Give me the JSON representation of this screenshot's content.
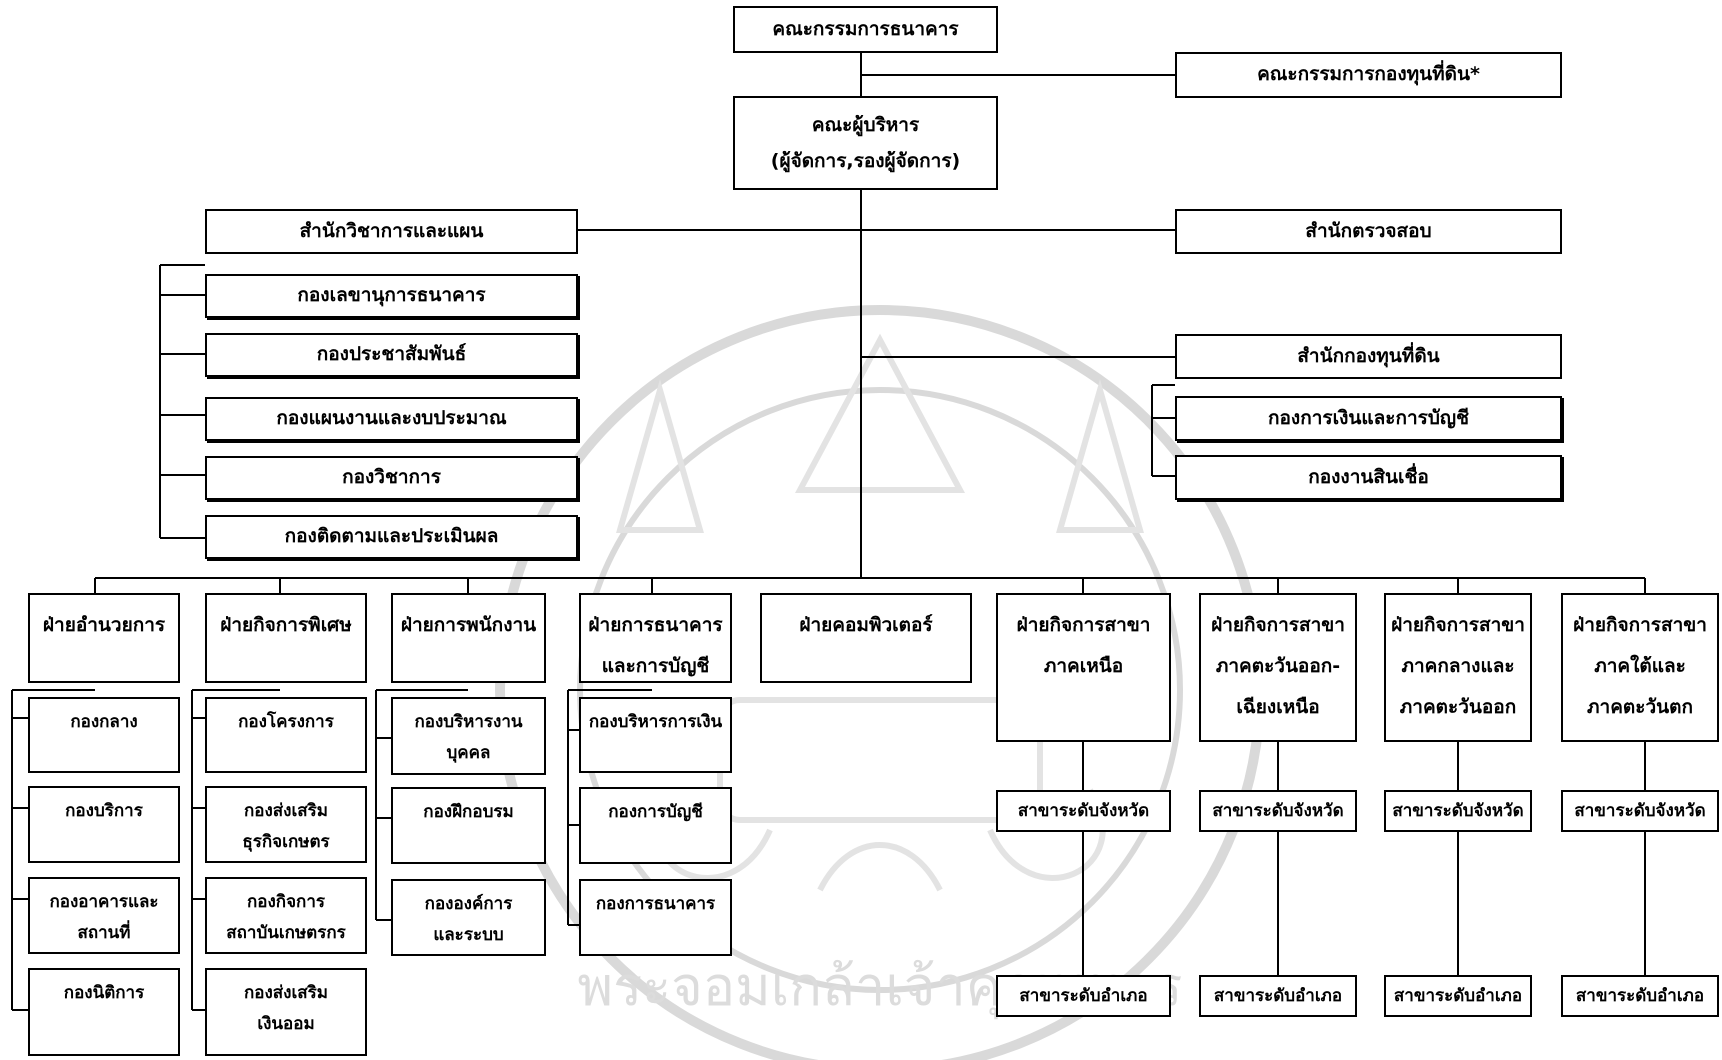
{
  "board": {
    "label": "คณะกรรมการธนาคาร"
  },
  "land_fund_committee": {
    "label": "คณะกรรมการกองทุนที่ดิน*"
  },
  "executives": {
    "title": "คณะผู้บริหาร",
    "subtitle": "(ผู้จัดการ,รองผู้จัดการ)"
  },
  "academic_office": {
    "label": "สำนักวิชาการและแผน",
    "divisions": [
      "กองเลขานุการธนาคาร",
      "กองประชาสัมพันธ์",
      "กองแผนงานและงบประมาณ",
      "กองวิชาการ",
      "กองติดตามและประเมินผล"
    ]
  },
  "audit_office": {
    "label": "สำนักตรวจสอบ"
  },
  "land_fund_office": {
    "label": "สำนักกองทุนที่ดิน",
    "divisions": [
      "กองการเงินและการบัญชี",
      "กองงานสินเชื่อ"
    ]
  },
  "departments": [
    {
      "lines": [
        "ฝ่ายอำนวยการ"
      ],
      "subs": [
        [
          "กองกลาง"
        ],
        [
          "กองบริการ"
        ],
        [
          "กองอาคารและ",
          "สถานที่"
        ],
        [
          "กองนิติการ"
        ]
      ]
    },
    {
      "lines": [
        "ฝ่ายกิจการพิเศษ"
      ],
      "subs": [
        [
          "กองโครงการ"
        ],
        [
          "กองส่งเสริม",
          "ธุรกิจเกษตร"
        ],
        [
          "กองกิจการ",
          "สถาบันเกษตรกร"
        ],
        [
          "กองส่งเสริม",
          "เงินออม"
        ]
      ]
    },
    {
      "lines": [
        "ฝ่ายการพนักงาน"
      ],
      "subs": [
        [
          "กองบริหารงาน",
          "บุคคล"
        ],
        [
          "กองฝึกอบรม"
        ],
        [
          "กององค์การ",
          "และระบบ"
        ]
      ]
    },
    {
      "lines": [
        "ฝ่ายการธนาคาร",
        "และการบัญชี"
      ],
      "subs": [
        [
          "กองบริหารการเงิน"
        ],
        [
          "กองการบัญชี"
        ],
        [
          "กองการธนาคาร"
        ]
      ]
    },
    {
      "lines": [
        "ฝ่ายคอมพิวเตอร์"
      ],
      "subs": []
    },
    {
      "lines": [
        "ฝ่ายกิจการสาขา",
        "ภาคเหนือ"
      ],
      "subs": [
        [
          "สาขาระดับจังหวัด"
        ],
        [
          "สาขาระดับอำเภอ"
        ]
      ]
    },
    {
      "lines": [
        "ฝ่ายกิจการสาขา",
        "ภาคตะวันออก-",
        "เฉียงเหนือ"
      ],
      "subs": [
        [
          "สาขาระดับจังหวัด"
        ],
        [
          "สาขาระดับอำเภอ"
        ]
      ]
    },
    {
      "lines": [
        "ฝ่ายกิจการสาขา",
        "ภาคกลางและ",
        "ภาคตะวันออก"
      ],
      "subs": [
        [
          "สาขาระดับจังหวัด"
        ],
        [
          "สาขาระดับอำเภอ"
        ]
      ]
    },
    {
      "lines": [
        "ฝ่ายกิจการสาขา",
        "ภาคใต้และ",
        "ภาคตะวันตก"
      ],
      "subs": [
        [
          "สาขาระดับจังหวัด"
        ],
        [
          "สาขาระดับอำเภอ"
        ]
      ]
    }
  ],
  "watermark": {
    "text": "พระจอมเกล้าเจ้าคุณทหาร"
  }
}
